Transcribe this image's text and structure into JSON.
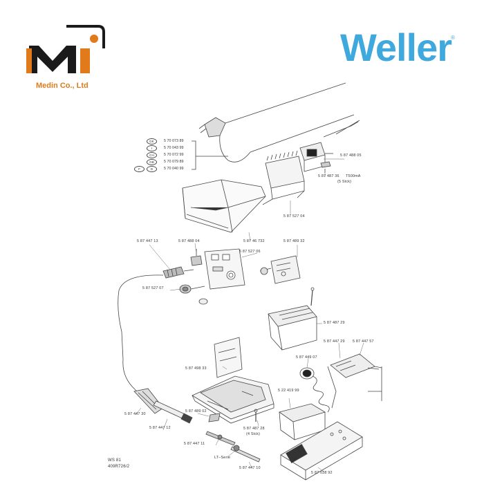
{
  "header": {
    "company_name": "Medin Co., Ltd",
    "brand": "Weller",
    "registered": "®"
  },
  "cord_variants": [
    {
      "country": "DK",
      "part": "5 70 073 89"
    },
    {
      "country": "I",
      "part": "5 70 043 99"
    },
    {
      "country": "CH",
      "part": "5 70 072 99"
    },
    {
      "country": "GB",
      "part": "5 70 079 89"
    },
    {
      "country": "D",
      "part": "5 70 040 99",
      "prefix": "F"
    }
  ],
  "labels": {
    "socket": "5 87 488 05",
    "fuse_part": "5 87 487 36",
    "fuse_rating": "T500mA",
    "fuse_qty": "(5 Stck)",
    "cover": "5 87 527 04",
    "panel_cover": "5 87 46 732",
    "switch": "5 87 488 04",
    "front_panel": "5 87 527 06",
    "board": "5 87 489 32",
    "iron_cable": "5 87 447 13",
    "connector": "5 87 527 07",
    "transformer": "5 87 487 29",
    "sponge_holder_a": "5 87 447 29",
    "tip_holder": "5 87 447 57",
    "stand_spring": "5 87 449 07",
    "shield": "5 87 498 33",
    "sponge": "5 22 419 99",
    "handle": "5 87 447 30",
    "latch": "5 87 489 02",
    "screw": "5 87 487 28",
    "screw_qty": "(4 Stck)",
    "sleeve": "5 87 447 12",
    "heater": "5 87 447 11",
    "series": "LT–Serie",
    "tip": "5 87 447 10",
    "base": "5 87 038 92",
    "model": "WS 81",
    "drawing": "409R726/2"
  },
  "colors": {
    "logo_dark": "#1a1a1a",
    "logo_orange": "#e07a1a",
    "brand_blue": "#3fa8dc",
    "line": "#444444"
  }
}
